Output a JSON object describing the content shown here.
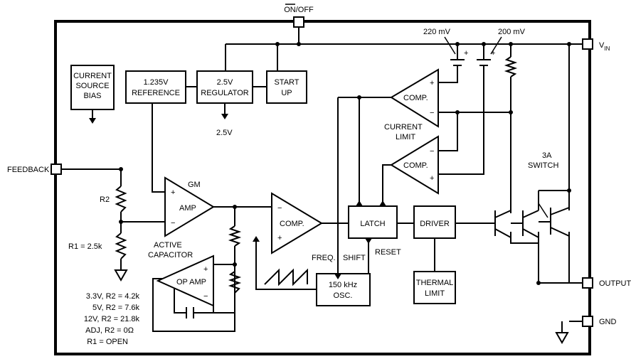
{
  "pins": {
    "on_off": "ON/OFF",
    "vin_base": "V",
    "vin_sub": "IN",
    "feedback": "FEEDBACK",
    "output": "OUTPUT",
    "gnd": "GND"
  },
  "blocks": {
    "current_source_bias": [
      "CURRENT",
      "SOURCE",
      "BIAS"
    ],
    "reference": [
      "1.235V",
      "REFERENCE"
    ],
    "regulator": [
      "2.5V",
      "REGULATOR"
    ],
    "start_up": [
      "START",
      "UP"
    ],
    "latch": "LATCH",
    "driver": "DRIVER",
    "thermal_limit": [
      "THERMAL",
      "LIMIT"
    ],
    "oscillator": [
      "150 kHz",
      "OSC."
    ]
  },
  "amplifiers": {
    "gm_amp": "AMP",
    "gm_label": "GM",
    "comp_main": "COMP.",
    "comp_current_top": "COMP.",
    "comp_current_bottom": "COMP.",
    "op_amp": "OP AMP",
    "plus": "+",
    "minus": "−"
  },
  "labels": {
    "mv_220": "220 mV",
    "mv_200": "200 mV",
    "out_2v5": "2.5V",
    "current_limit": [
      "CURRENT",
      "LIMIT"
    ],
    "switch": [
      "3A",
      "SWITCH"
    ],
    "r2": "R2",
    "r1": "R1 = 2.5k",
    "active_capacitor": [
      "ACTIVE",
      "CAPACITOR"
    ],
    "freq": "FREQ.",
    "shift": "SHIFT",
    "reset": "RESET",
    "cap_plus": "+"
  },
  "notes": [
    "3.3V, R2 = 4.2k",
    "5V, R2 = 7.6k",
    "12V, R2 = 21.8k",
    "ADJ, R2 = 0Ω",
    "R1 = OPEN"
  ]
}
